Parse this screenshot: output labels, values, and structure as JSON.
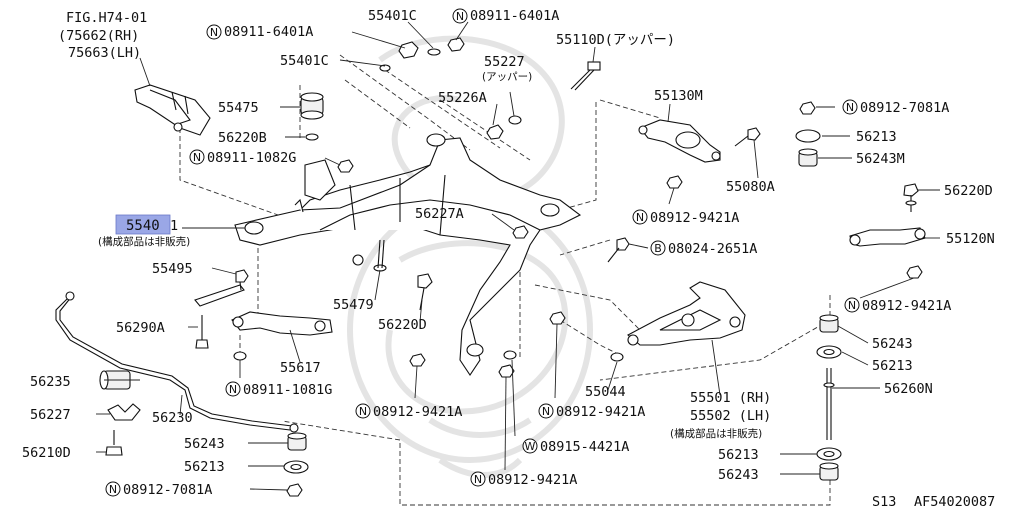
{
  "fig": {
    "ref": "FIG.H74-01",
    "rh": "(75662(RH)",
    "lh": "75663(LH)"
  },
  "labels": {
    "p55401c_top": "55401C",
    "n08911_6401a_top": "08911-6401A",
    "n08911_6401a_left": "08911-6401A",
    "p55401c_left": "55401C",
    "p55227": "55227",
    "p55227_sub": "(アッパー)",
    "p55110d": "55110D(アッパー)",
    "p55475": "55475",
    "p55226a": "55226A",
    "p55130m": "55130M",
    "n08912_7081a_right": "08912-7081A",
    "p56220b": "56220B",
    "p56213_r1": "56213",
    "n08911_1082g": "08911-1082G",
    "p56243m": "56243M",
    "p55080a": "55080A",
    "p56220d_right": "56220D",
    "p56227a": "56227A",
    "n08912_9421a_mid": "08912-9421A",
    "p55401_hl": "5540",
    "p55401_rest": "1",
    "p55401_sub": "(構成部品は非販売)",
    "b08024_2651a": "08024-2651A",
    "p55120n": "55120N",
    "p55495": "55495",
    "n08912_9421a_right": "08912-9421A",
    "p55479": "55479",
    "p56290a": "56290A",
    "p56220d_mid": "56220D",
    "p56243_r2": "56243",
    "p56213_r2": "56213",
    "p55617": "55617",
    "n08911_1081g": "08911-1081G",
    "p55044": "55044",
    "p56235": "56235",
    "p56260n": "56260N",
    "p55501": "55501 (RH)",
    "p55502": "55502 (LH)",
    "p5550x_sub": "(構成部品は非販売)",
    "p56227": "56227",
    "p56230": "56230",
    "n08912_9421a_bl": "08912-9421A",
    "n08912_9421a_bm": "08912-9421A",
    "p56210d": "56210D",
    "p56243_bl": "56243",
    "w08915_4421a": "08915-4421A",
    "p56213_br": "56213",
    "p56213_bl": "56213",
    "n08912_9421a_bottom": "08912-9421A",
    "p56243_br": "56243",
    "n08912_7081a_bl": "08912-7081A"
  },
  "markers": {
    "N": "N",
    "B": "B",
    "W": "W"
  },
  "footer": {
    "model": "S13",
    "code": "AF54020087"
  },
  "colors": {
    "highlight": "#9aa7e6",
    "ink": "#111111"
  }
}
